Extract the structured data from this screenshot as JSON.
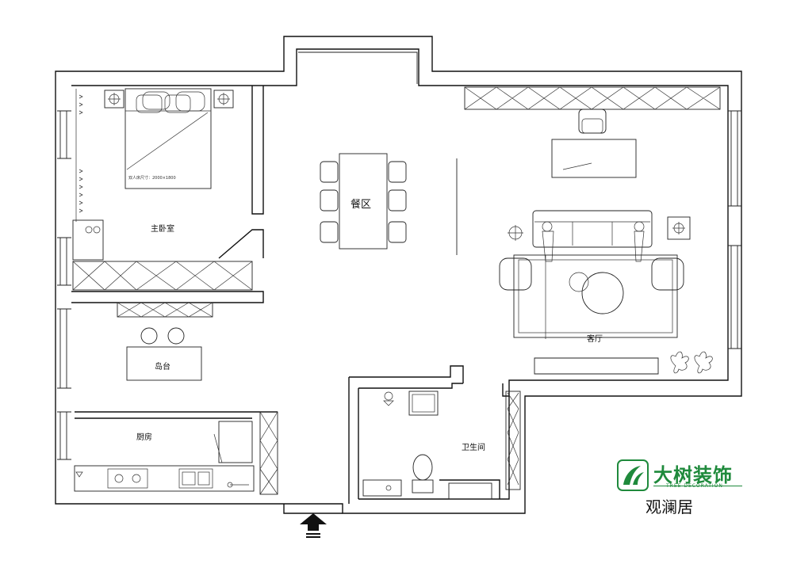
{
  "rooms": {
    "master_bedroom": "主卧室",
    "dining": "餐区",
    "living": "客厅",
    "island": "岛台",
    "kitchen": "厨房",
    "bathroom": "卫生间"
  },
  "bed_note": "双人床尺寸：2000×1800",
  "brand": {
    "name": "大树装饰",
    "english": "TREE DECORATION",
    "project": "观澜居",
    "color": "#1f8a3c"
  }
}
